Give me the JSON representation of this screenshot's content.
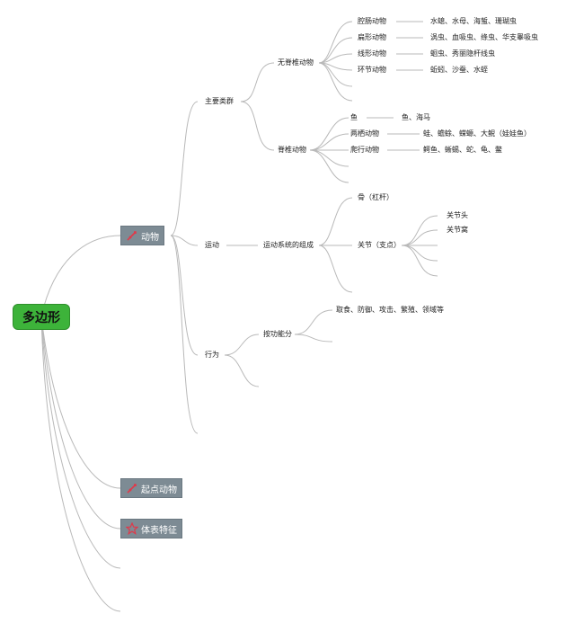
{
  "root": {
    "label": "多边形"
  },
  "topics": {
    "animal": {
      "label": "动物",
      "icon": "sword-icon"
    },
    "origin": {
      "label": "起点动物",
      "icon": "sword-icon"
    },
    "body": {
      "label": "体表特征",
      "icon": "star-icon"
    }
  },
  "branches": {
    "groups": "主要类群",
    "motion": "运动",
    "behavior": "行为"
  },
  "invertebrates": {
    "label": "无脊椎动物",
    "items": [
      {
        "name": "腔肠动物",
        "examples": "水螅、水母、海蜇、珊瑚虫"
      },
      {
        "name": "扁形动物",
        "examples": "涡虫、血吸虫、绦虫、华支睾吸虫"
      },
      {
        "name": "线形动物",
        "examples": "蛔虫、秀丽隐杆线虫"
      },
      {
        "name": "环节动物",
        "examples": "蚯蚓、沙蚕、水蛭"
      }
    ]
  },
  "vertebrates": {
    "label": "脊椎动物",
    "items": [
      {
        "name": "鱼",
        "examples": "鱼、海马"
      },
      {
        "name": "两栖动物",
        "examples": "蛙、蟾蜍、蝾螈、大鲵（娃娃鱼）"
      },
      {
        "name": "爬行动物",
        "examples": "鳄鱼、蜥蜴、蛇、龟、鳖"
      }
    ]
  },
  "locomotion": {
    "system": "运动系统的组成",
    "bone": "骨（杠杆）",
    "joint": "关节（支点）",
    "joint_parts": [
      "关节头",
      "关节窝"
    ]
  },
  "behavior_detail": {
    "by_function": "按功能分",
    "types": "取食、防御、攻击、繁殖、领域等"
  },
  "colors": {
    "root_fill": "#3db33a",
    "topic_fill": "#7d8b94",
    "line": "#b9b9b9",
    "icon_red": "#e0394a"
  }
}
